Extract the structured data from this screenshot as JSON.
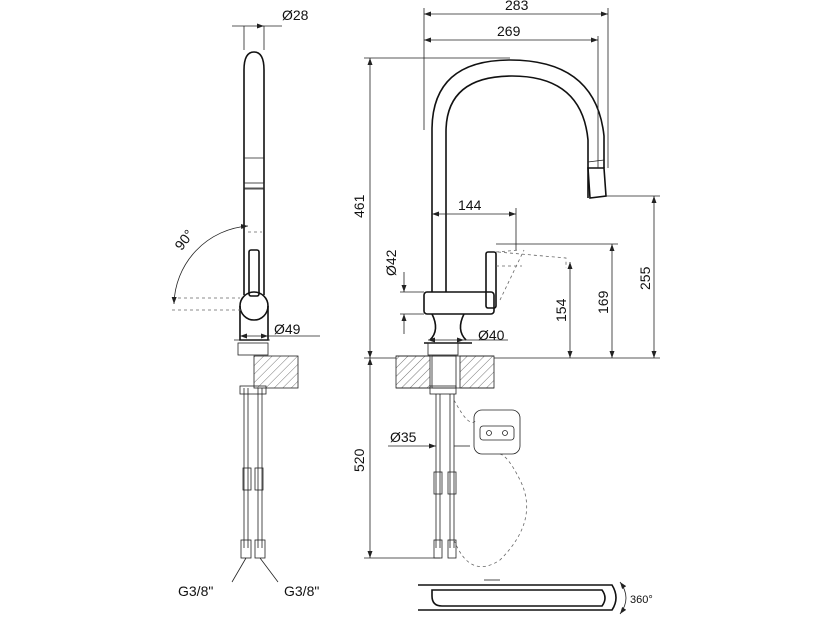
{
  "dimensions": {
    "side_top_diameter": "Ø28",
    "angle": "90°",
    "side_body_diameter": "Ø49",
    "width_total": "283",
    "width_inner": "269",
    "height_total": "461",
    "reach_lever": "144",
    "lever_diameter": "Ø42",
    "height_154": "154",
    "height_169": "169",
    "height_255": "255",
    "base_diameter": "Ø40",
    "shank_diameter": "Ø35",
    "depth_below": "520",
    "thread_left": "G3/8\"",
    "thread_right": "G3/8\"",
    "rotation": "360°"
  }
}
